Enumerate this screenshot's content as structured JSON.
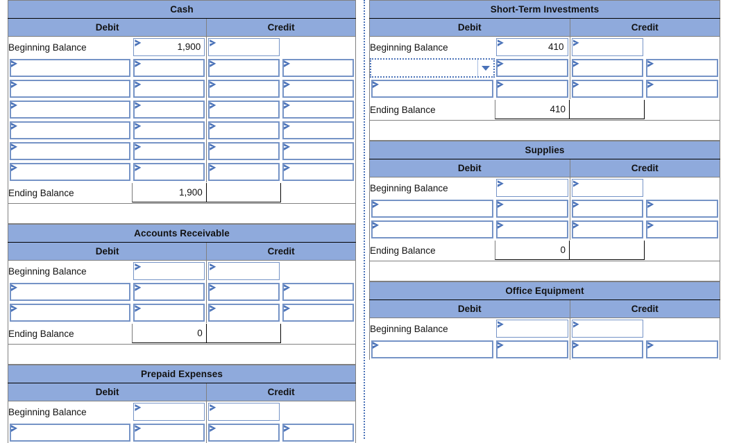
{
  "colors": {
    "header_fill": "#8FAADC",
    "cell_border": "#7593C6",
    "selection": "#4A72B8",
    "grid": "#808080",
    "total_rule": "#000000"
  },
  "columns": {
    "debit": "Debit",
    "credit": "Credit"
  },
  "labels": {
    "beginning_balance": "Beginning Balance",
    "ending_balance": "Ending Balance"
  },
  "selection": {
    "active_cell_value": "",
    "dropdown_icon": "chevron-down-icon",
    "panel": "right"
  },
  "left_panel": {
    "accounts": [
      {
        "title": "Cash",
        "beginning": {
          "label": "Beginning Balance",
          "debit": "1,900",
          "credit": ""
        },
        "entry_rows": 6,
        "ending": {
          "label": "Ending Balance",
          "debit": "1,900",
          "credit": ""
        }
      },
      {
        "title": "Accounts Receivable",
        "beginning": {
          "label": "Beginning Balance",
          "debit": "",
          "credit": ""
        },
        "entry_rows": 2,
        "ending": {
          "label": "Ending Balance",
          "debit": "0",
          "credit": ""
        }
      },
      {
        "title": "Prepaid Expenses",
        "beginning": {
          "label": "Beginning Balance",
          "debit": "",
          "credit": ""
        },
        "entry_rows": 1,
        "ending": null
      }
    ]
  },
  "right_panel": {
    "accounts": [
      {
        "title": "Short-Term Investments",
        "beginning": {
          "label": "Beginning Balance",
          "debit": "410",
          "credit": ""
        },
        "entry_rows": 2,
        "ending": {
          "label": "Ending Balance",
          "debit": "410",
          "credit": ""
        }
      },
      {
        "title": "Supplies",
        "beginning": {
          "label": "Beginning Balance",
          "debit": "",
          "credit": ""
        },
        "entry_rows": 2,
        "ending": {
          "label": "Ending Balance",
          "debit": "0",
          "credit": ""
        }
      },
      {
        "title": "Office Equipment",
        "beginning": {
          "label": "Beginning Balance",
          "debit": "",
          "credit": ""
        },
        "entry_rows": 1,
        "ending": null
      }
    ]
  }
}
